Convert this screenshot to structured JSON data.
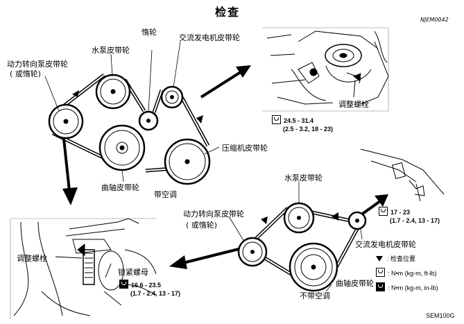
{
  "header": {
    "title": "检查",
    "code": "NJEM0042"
  },
  "diagram_ac": {
    "power_steering_pulley": "动力转向泵皮带轮",
    "power_steering_pulley_alt": "( 或惰轮)",
    "water_pump_pulley": "水泵皮带轮",
    "idler_pulley": "惰轮",
    "alternator_belt_pulley": "交流发电机皮带轮",
    "compressor_pulley": "压缩机皮带轮",
    "crankshaft_pulley": "曲轴皮带轮",
    "caption": "带空调"
  },
  "inset_alternator": {
    "adjust_bolt": "调整螺栓",
    "torque_line1": "24.5 - 31.4",
    "torque_line2": "(2.5 - 3.2, 18 - 23)"
  },
  "inset_ps": {
    "adjust_bolt": "调整螺栓",
    "lock_nut": "锁紧螺母",
    "torque_line1": "16.6 - 23.5",
    "torque_line2": "(1.7 - 2.4, 13 - 17)"
  },
  "diagram_noac": {
    "water_pump_pulley": "水泵皮带轮",
    "power_steering_pulley": "动力转向泵皮带轮",
    "power_steering_pulley_alt": "( 或惰轮)",
    "alternator_belt_pulley": "交流发电机皮带轮",
    "crankshaft_pulley": "曲轴皮带轮",
    "caption": "不带空调",
    "torque_line1": "17 - 23",
    "torque_line2": "(1.7 - 2.4, 13 - 17)"
  },
  "legend": {
    "check_position": ": 检查位置",
    "unit_ft": ": N•m (kg-m, ft-lb)",
    "unit_in": ": N•m (kg-m, in-lb)"
  },
  "footer": {
    "code": "SEM100G"
  }
}
